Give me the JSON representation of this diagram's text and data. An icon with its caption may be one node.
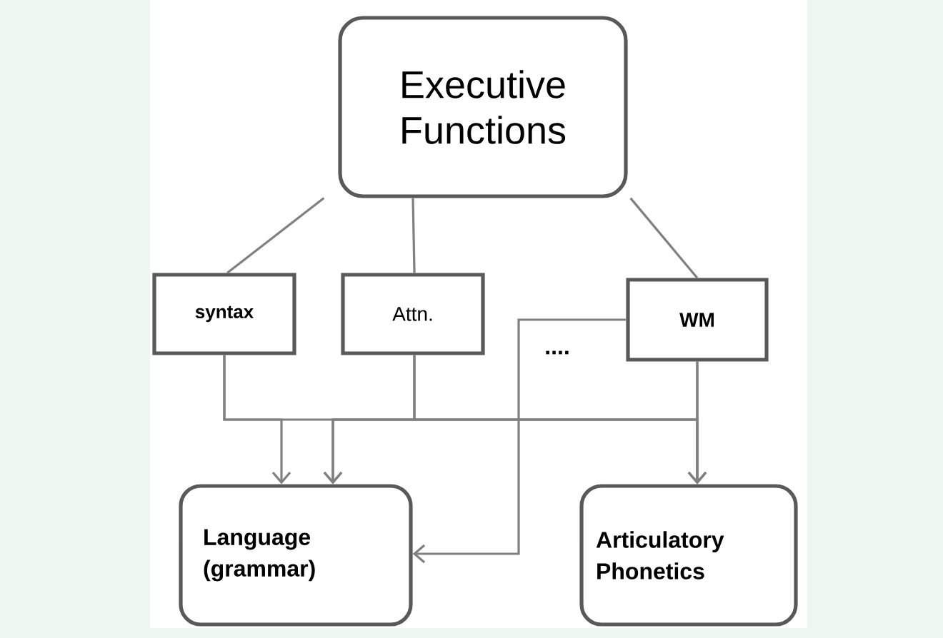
{
  "diagram": {
    "nodes": [
      {
        "text": [
          "Executive Functions"
        ]
      },
      {
        "text": [
          "syntax"
        ]
      },
      {
        "text": [
          "Attn."
        ]
      },
      {
        "text": [
          "WM"
        ]
      },
      {
        "text": [
          "Language (grammar)"
        ]
      },
      {
        "text": [
          "Articulatory Phonetics"
        ]
      }
    ],
    "edges": [
      {
        "from": 0,
        "to": 1,
        "arrow": "none"
      },
      {
        "from": 0,
        "to": 2,
        "arrow": "none"
      },
      {
        "from": 0,
        "to": 3,
        "arrow": "none"
      },
      {
        "from": 1,
        "to": 4,
        "arrow": "to"
      },
      {
        "from": 2,
        "to": 4,
        "arrow": "to"
      },
      {
        "from": 3,
        "to": 4,
        "arrow": "to"
      },
      {
        "from": 1,
        "to": 5,
        "arrow": "to"
      },
      {
        "from": 2,
        "to": 5,
        "arrow": "to"
      },
      {
        "from": 3,
        "to": 5,
        "arrow": "to"
      },
      {
        "from": 3,
        "to": 4,
        "arrow": "to"
      }
    ],
    "labels": [
      "...."
    ]
  }
}
